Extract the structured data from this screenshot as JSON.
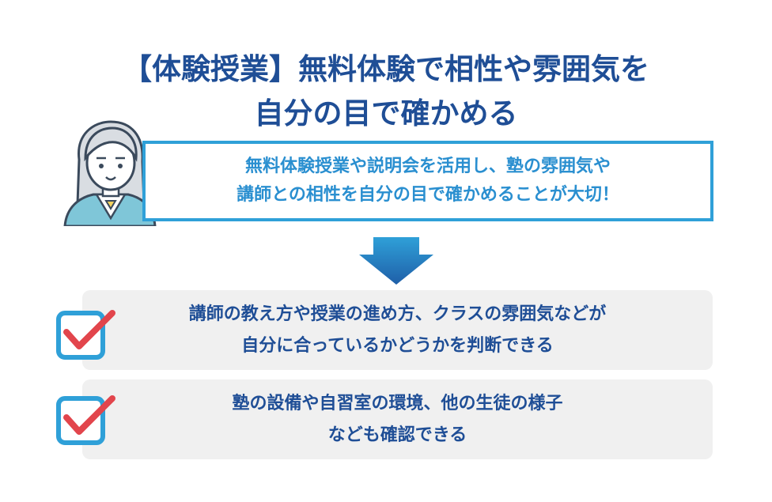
{
  "title": {
    "line1": "【体験授業】無料体験で相性や雰囲気を",
    "line2": "自分の目で確かめる"
  },
  "callout": {
    "line1": "無料体験授業や説明会を活用し、塾の雰囲気や",
    "line2": "講師との相性を自分の目で確かめることが大切！"
  },
  "items": [
    {
      "line1": "講師の教え方や授業の進め方、クラスの雰囲気などが",
      "line2": "自分に合っているかどうかを判断できる"
    },
    {
      "line1": "塾の設備や自習室の環境、他の生徒の様子",
      "line2": "なども確認できる"
    }
  ],
  "icons": {
    "person": "woman-avatar-icon",
    "arrow": "down-arrow-icon",
    "check": "checkbox-checked-icon"
  },
  "colors": {
    "title": "#1f4e96",
    "accent": "#2fa0d8",
    "check": "#e2454c",
    "panel": "#f0f0f0"
  }
}
